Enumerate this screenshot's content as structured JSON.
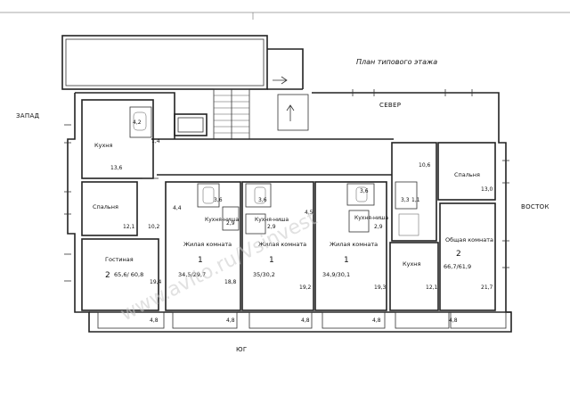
{
  "title": "План типового этажа",
  "directions": {
    "north": "СЕВЕР",
    "south": "ЮГ",
    "west": "ЗАПАД",
    "east": "ВОСТОК"
  },
  "watermark": "www.avito.ru/Vsinvest",
  "apt1": {
    "kitchen": "Кухня",
    "kitchen_area": "13,6",
    "bath_area": "4,2",
    "wc_area": "1,4",
    "bedroom": "Спальня",
    "bedroom_area": "12,1",
    "corridor_area": "10,2",
    "living": "Гостиная",
    "number": "2",
    "total": "65,6/ 60,8",
    "living_area": "19,4",
    "balcony_area": "4,8"
  },
  "apt2": {
    "hall_area": "4,4",
    "bath_area": "3,6",
    "kitchen_niche": "Кухня-ниша",
    "niche_area": "2,9",
    "living": "Жилая комната",
    "number": "1",
    "total": "34,5/29,7",
    "living_area": "18,8",
    "balcony_area": "4,8"
  },
  "apt3": {
    "bath_area": "3,6",
    "kitchen_niche": "Кухня-ниша",
    "niche_area": "2,9",
    "living": "Жилая комната",
    "number": "1",
    "total": "35/30,2",
    "living_area": "19,2",
    "hall_area": "4,5",
    "balcony_area": "4,8"
  },
  "apt4": {
    "bath_area": "3,6",
    "kitchen_niche": "Кухня-ниша",
    "niche_area": "2,9",
    "living": "Жилая комната",
    "number": "1",
    "total": "34,9/30,1",
    "living_area": "19,3",
    "balcony_area": "4,8"
  },
  "apt5": {
    "hall_area": "10,6",
    "bath_area": "3,3",
    "wc_area": "1,1",
    "bedroom": "Спальня",
    "bedroom_area": "13,0",
    "kitchen": "Кухня",
    "kitchen_area": "12,1",
    "living": "Общая комната",
    "number": "2",
    "total": "66,7/61,9",
    "living_area": "21,7",
    "balcony_area": "4,8"
  },
  "colors": {
    "line": "#222222",
    "watermark": "#c9c9c9"
  }
}
